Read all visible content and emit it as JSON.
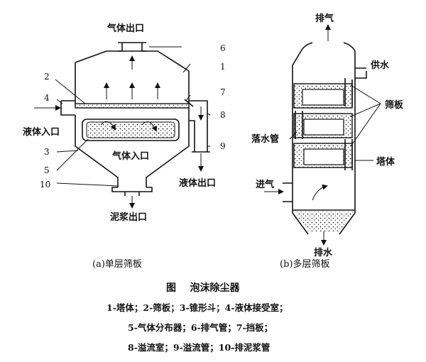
{
  "left_diagram": {
    "labels": {
      "gas_outlet": "气体出口",
      "liquid_inlet": "液体入口",
      "gas_inlet": "气体入口",
      "liquid_outlet": "液体出口",
      "slurry_outlet": "泥浆出口"
    },
    "numbers": [
      "1",
      "2",
      "3",
      "4",
      "5",
      "6",
      "7",
      "8",
      "9",
      "10"
    ],
    "subcaption": "(a)单层筛板"
  },
  "right_diagram": {
    "labels": {
      "exhaust": "排气",
      "water_supply": "供水",
      "sieve_plate": "筛板",
      "downcomer": "落水管",
      "tower_body": "塔体",
      "gas_in": "进气",
      "drain": "排水"
    },
    "subcaption": "(b)多层筛板"
  },
  "caption": {
    "title": "图    泡沫除尘器",
    "legend_lines": [
      "1-塔体；2-筛板；3-锥形斗；4-液体接受室；",
      "5-气体分布器；6-排气管；7-挡板；",
      "8-溢流室；9-溢流管；10-排泥浆管"
    ]
  }
}
